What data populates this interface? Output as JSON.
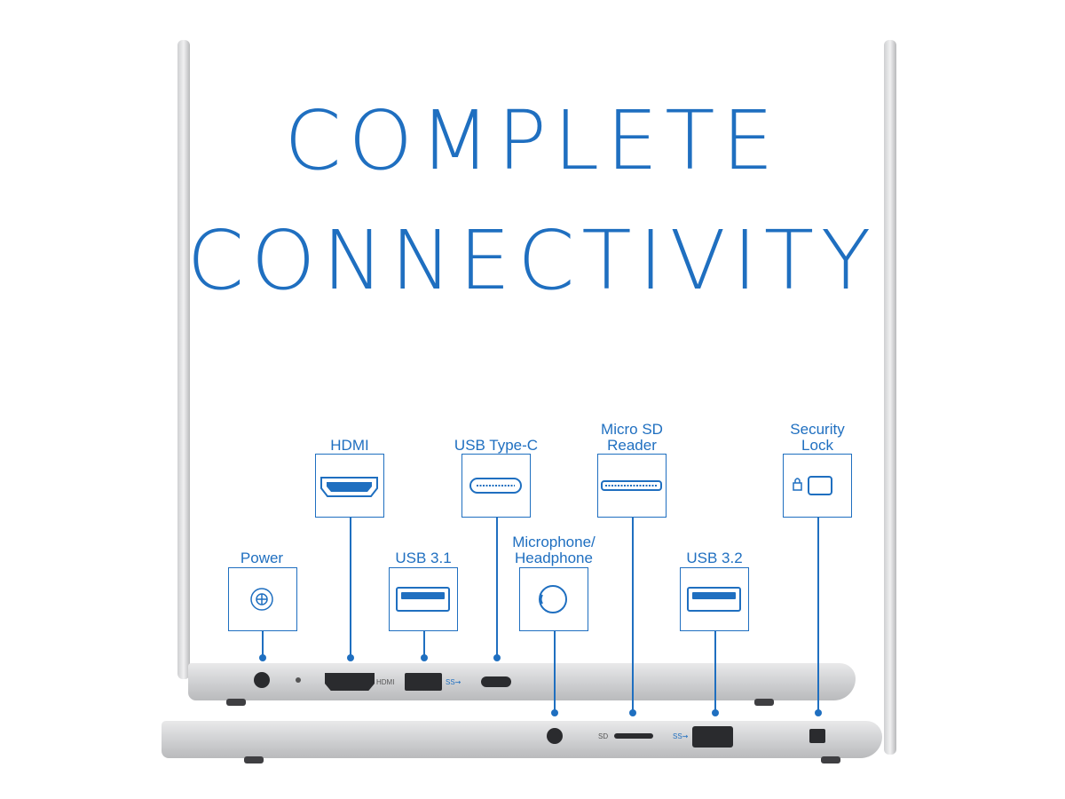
{
  "headline": {
    "line1": "COMPLETE",
    "line2": "CONNECTIVITY"
  },
  "ports": [
    {
      "id": "power",
      "label": "Power"
    },
    {
      "id": "hdmi",
      "label": "HDMI"
    },
    {
      "id": "usb31",
      "label": "USB 3.1"
    },
    {
      "id": "usbc",
      "label": "USB Type-C"
    },
    {
      "id": "audio",
      "label": "Microphone/\nHeadphone"
    },
    {
      "id": "sd",
      "label": "Micro SD\nReader"
    },
    {
      "id": "usb32",
      "label": "USB 3.2"
    },
    {
      "id": "lock",
      "label": "Security\nLock"
    }
  ],
  "port_marks": {
    "hdmi": "HDMI",
    "usb_ss": "SS⇝",
    "sd": "SD",
    "usb_ss2": "SS⇝"
  },
  "colors": {
    "accent": "#1f6fc0",
    "chassis": "#d5d6d8"
  }
}
